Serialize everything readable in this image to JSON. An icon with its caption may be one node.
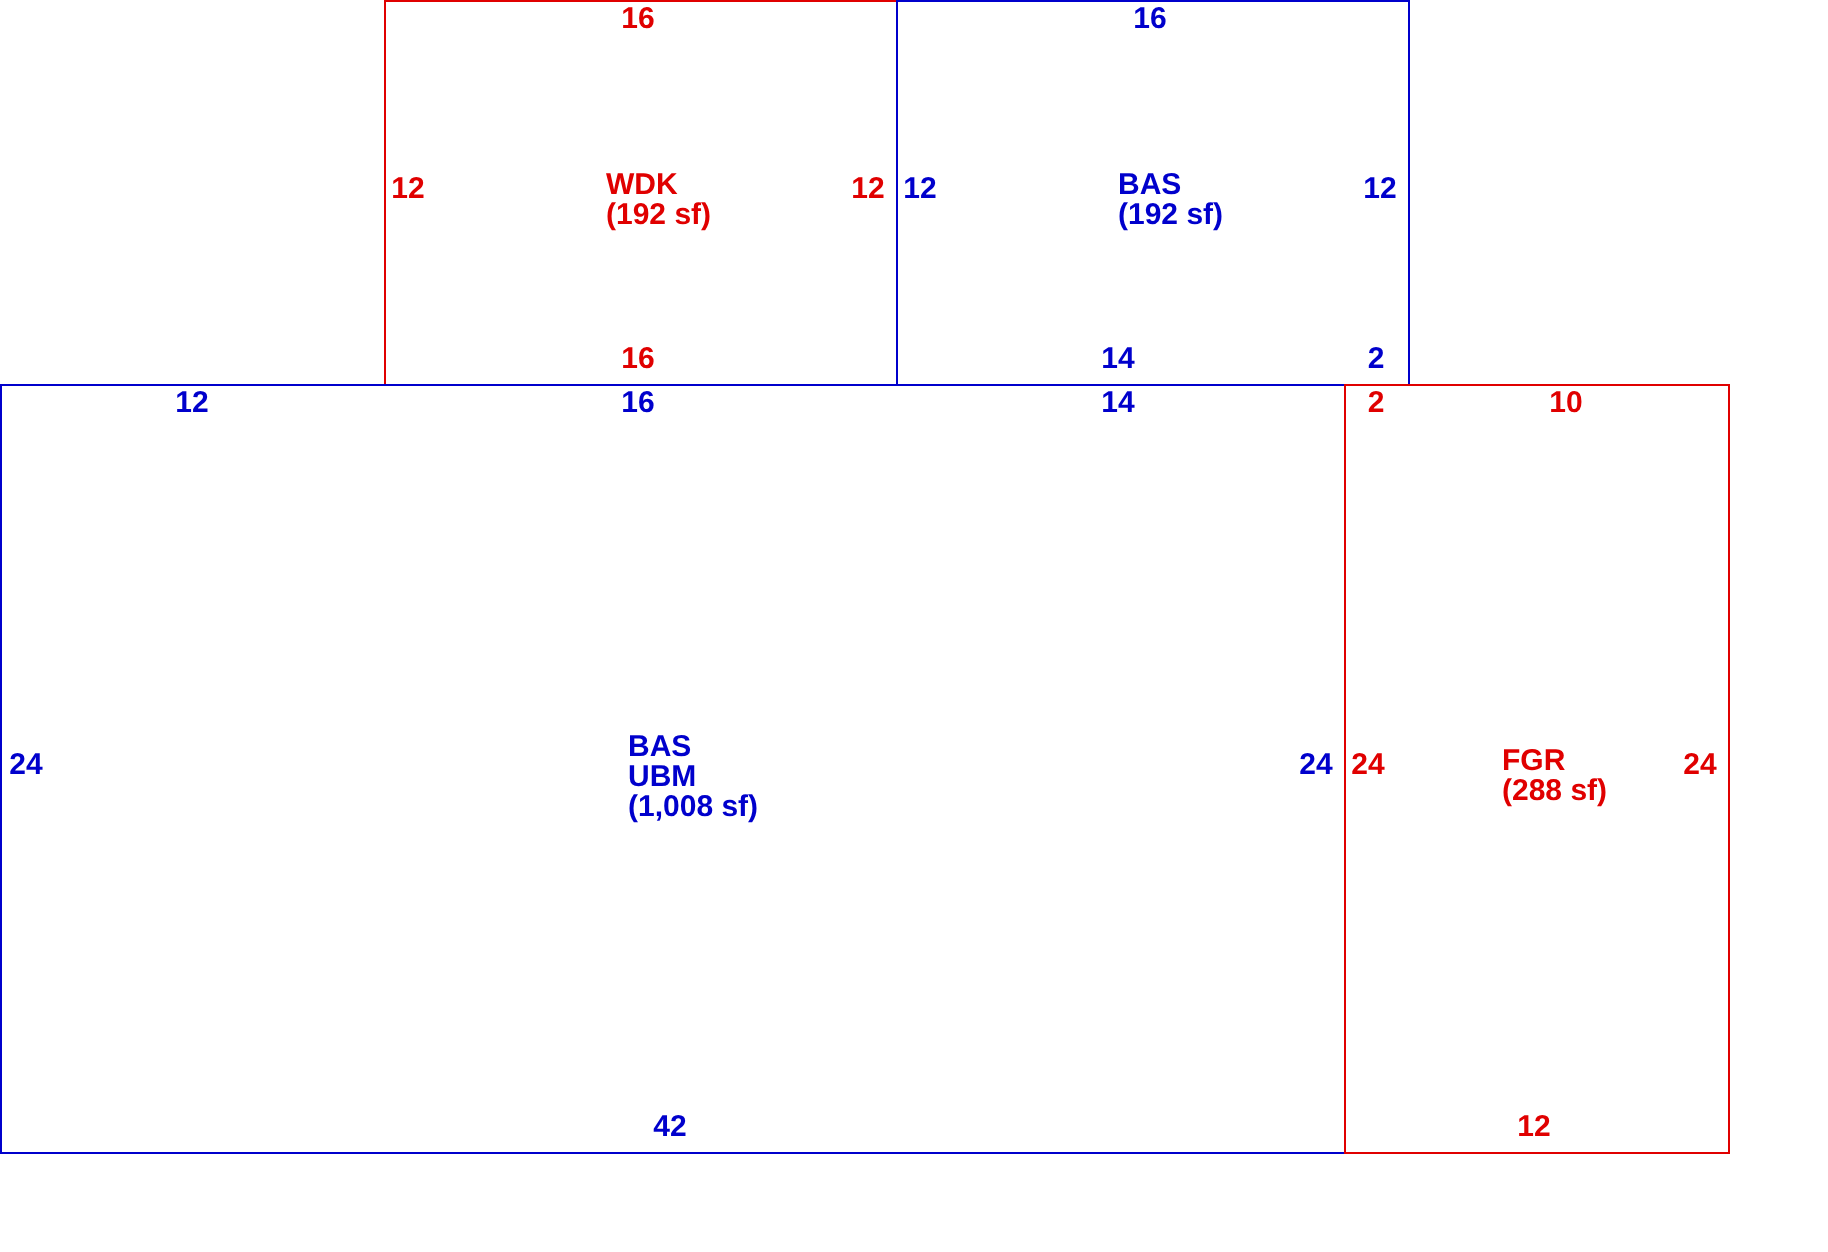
{
  "diagram": {
    "nodes": [
      {
        "text": [
          "WDK",
          "(192 sf)"
        ]
      },
      {
        "text": [
          "BAS",
          "(192 sf)"
        ]
      },
      {
        "text": [
          "BAS",
          "UBM",
          "(1,008 sf)"
        ]
      },
      {
        "text": [
          "FGR",
          "(288 sf)"
        ]
      }
    ],
    "labels": [
      "16",
      "16",
      "12",
      "12",
      "12",
      "12",
      "16",
      "14",
      "2",
      "12",
      "16",
      "14",
      "2",
      "10",
      "24",
      "24",
      "24",
      "24",
      "42",
      "12"
    ]
  }
}
